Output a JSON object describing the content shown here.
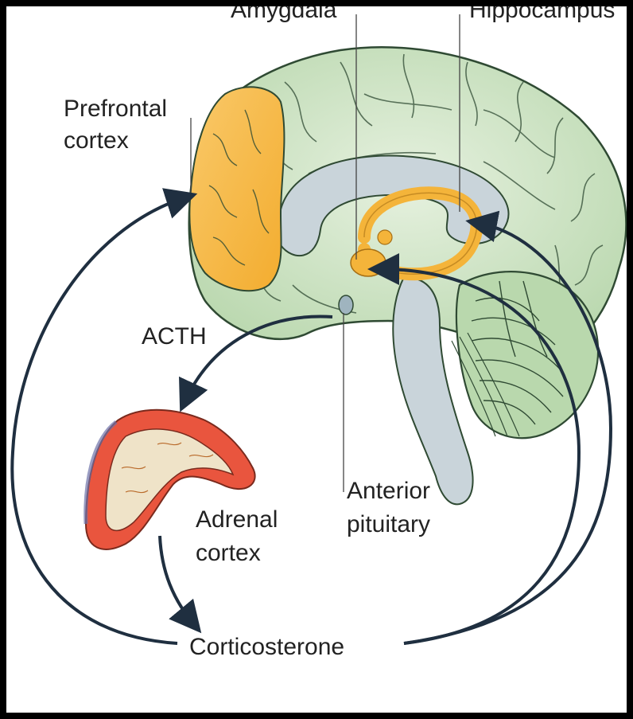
{
  "labels": {
    "amygdala": "Amygdala",
    "hippocampus": "Hippocampus",
    "prefrontal_line1": "Prefrontal",
    "prefrontal_line2": "cortex",
    "acth": "ACTH",
    "anterior_line1": "Anterior",
    "anterior_line2": "pituitary",
    "adrenal_line1": "Adrenal",
    "adrenal_line2": "cortex",
    "corticosterone": "Corticosterone"
  },
  "colors": {
    "brain_fill": "#cfe5c6",
    "brain_outline": "#2f4a33",
    "ventricle": "#c9d4da",
    "highlight_orange": "#f6b73c",
    "adrenal_red": "#e9553e",
    "adrenal_inner": "#efe3c8",
    "arrow": "#1f2f40",
    "frame": "#000000"
  }
}
